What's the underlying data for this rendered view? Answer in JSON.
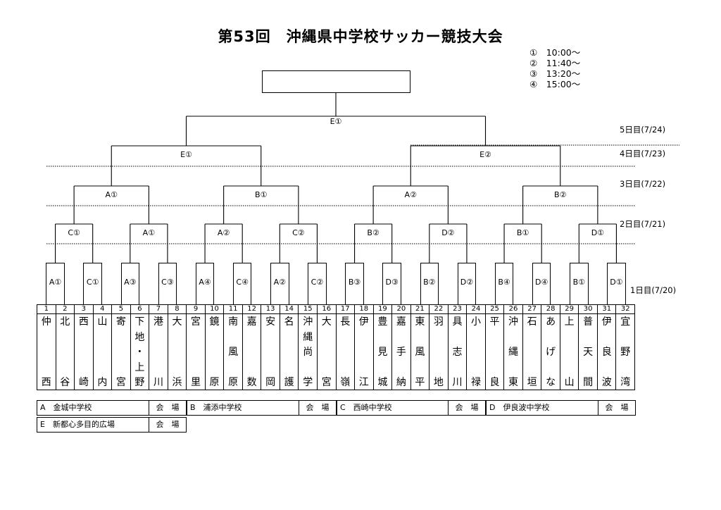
{
  "title": "第53回　沖縄県中学校サッカー競技大会",
  "times": [
    "①　10:00～",
    "②　11:40～",
    "③　13:20～",
    "④　15:00～"
  ],
  "day_labels": {
    "d5": "5日目(7/24)",
    "d4": "4日目(7/23)",
    "d3": "3日目(7/22)",
    "d2": "2日目(7/21)",
    "d1": "1日目(7/20)"
  },
  "final": "E①",
  "semis": [
    "E①",
    "E②"
  ],
  "quarters": [
    "A①",
    "B①",
    "A②",
    "B②"
  ],
  "round16": [
    "C①",
    "A①",
    "A②",
    "C②",
    "B②",
    "D②",
    "B①",
    "D①"
  ],
  "round32": [
    "A①",
    "C①",
    "A③",
    "C③",
    "A④",
    "C④",
    "A②",
    "C②",
    "B③",
    "D③",
    "B②",
    "D②",
    "B④",
    "D④",
    "B①",
    "D①"
  ],
  "schools": [
    {
      "n": "1",
      "t": [
        "仲",
        "西"
      ]
    },
    {
      "n": "2",
      "t": [
        "北",
        "谷"
      ]
    },
    {
      "n": "3",
      "t": [
        "西",
        "崎"
      ]
    },
    {
      "n": "4",
      "t": [
        "山",
        "内"
      ]
    },
    {
      "n": "5",
      "t": [
        "寄",
        "宮"
      ]
    },
    {
      "n": "6",
      "t": [
        "下",
        "地",
        "・",
        "上",
        "野"
      ]
    },
    {
      "n": "7",
      "t": [
        "港",
        "川"
      ]
    },
    {
      "n": "8",
      "t": [
        "大",
        "浜"
      ]
    },
    {
      "n": "9",
      "t": [
        "宮",
        "里"
      ]
    },
    {
      "n": "10",
      "t": [
        "鏡",
        "原"
      ]
    },
    {
      "n": "11",
      "t": [
        "南",
        "風",
        "原"
      ]
    },
    {
      "n": "12",
      "t": [
        "嘉",
        "数"
      ]
    },
    {
      "n": "13",
      "t": [
        "安",
        "岡"
      ]
    },
    {
      "n": "14",
      "t": [
        "名",
        "護"
      ]
    },
    {
      "n": "15",
      "t": [
        "沖",
        "縄",
        "尚",
        "学"
      ]
    },
    {
      "n": "16",
      "t": [
        "大",
        "宮"
      ]
    },
    {
      "n": "17",
      "t": [
        "長",
        "嶺"
      ]
    },
    {
      "n": "18",
      "t": [
        "伊",
        "江"
      ]
    },
    {
      "n": "19",
      "t": [
        "豊",
        "見",
        "城"
      ]
    },
    {
      "n": "20",
      "t": [
        "嘉",
        "手",
        "納"
      ]
    },
    {
      "n": "21",
      "t": [
        "東",
        "風",
        "平"
      ]
    },
    {
      "n": "22",
      "t": [
        "羽",
        "地"
      ]
    },
    {
      "n": "23",
      "t": [
        "具",
        "志",
        "川"
      ]
    },
    {
      "n": "24",
      "t": [
        "小",
        "禄"
      ]
    },
    {
      "n": "25",
      "t": [
        "平",
        "良"
      ]
    },
    {
      "n": "26",
      "t": [
        "沖",
        "縄",
        "東"
      ]
    },
    {
      "n": "27",
      "t": [
        "石",
        "垣"
      ]
    },
    {
      "n": "28",
      "t": [
        "あ",
        "げ",
        "な"
      ]
    },
    {
      "n": "29",
      "t": [
        "上",
        "山"
      ]
    },
    {
      "n": "30",
      "t": [
        "普",
        "天",
        "間"
      ]
    },
    {
      "n": "31",
      "t": [
        "伊",
        "良",
        "波"
      ]
    },
    {
      "n": "32",
      "t": [
        "宜",
        "野",
        "湾"
      ]
    }
  ],
  "venues": [
    {
      "name": "A　金城中学校",
      "label": "会　場"
    },
    {
      "name": "B　浦添中学校",
      "label": "会　場"
    },
    {
      "name": "C　西崎中学校",
      "label": "会　場"
    },
    {
      "name": "D　伊良波中学校",
      "label": "会　場"
    },
    {
      "name": "E　新都心多目的広場",
      "label": "会　場"
    }
  ]
}
